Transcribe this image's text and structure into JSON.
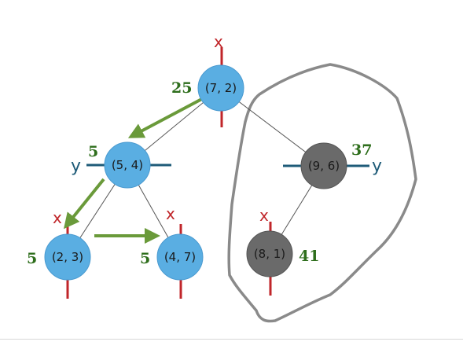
{
  "nodes": [
    {
      "id": "n72",
      "label": "(7, 2)",
      "axis": "x",
      "color": "#5aaee2",
      "state": "visited"
    },
    {
      "id": "n54",
      "label": "(5, 4)",
      "axis": "y",
      "color": "#5aaee2",
      "state": "visited"
    },
    {
      "id": "n23",
      "label": "(2, 3)",
      "axis": "x",
      "color": "#5aaee2",
      "state": "visited"
    },
    {
      "id": "n47",
      "label": "(4, 7)",
      "axis": "x",
      "color": "#5aaee2",
      "state": "visited"
    },
    {
      "id": "n96",
      "label": "(9, 6)",
      "axis": "y",
      "color": "#6a6a6a",
      "state": "pruned"
    },
    {
      "id": "n81",
      "label": "(8, 1)",
      "axis": "x",
      "color": "#6a6a6a",
      "state": "pruned"
    }
  ],
  "axis_labels": {
    "x": "x",
    "y": "y"
  },
  "distances": {
    "n72": "25",
    "n54": "5",
    "n23": "5",
    "n47": "5",
    "n96": "37",
    "n81": "41"
  },
  "colors": {
    "visited_node": "#5aaee2",
    "pruned_node": "#6a6a6a",
    "x_split": "#c0262a",
    "y_split": "#1e5b78",
    "search_arrow": "#6a9a3a",
    "distance_text": "#2e6e1c",
    "pruned_region": "#8a8a8a",
    "edge": "#555555"
  }
}
